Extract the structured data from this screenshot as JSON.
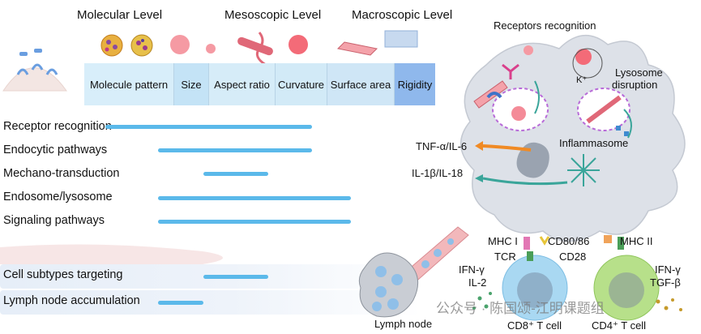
{
  "levels": {
    "molecular": "Molecular Level",
    "mesoscopic": "Mesoscopic Level",
    "macroscopic": "Macroscopic Level"
  },
  "properties": [
    {
      "label": "Molecule pattern",
      "color": "#d8eefa"
    },
    {
      "label": "Size",
      "color": "#c4e3f6"
    },
    {
      "label": "Aspect ratio",
      "color": "#d6ecf8"
    },
    {
      "label": "Curvature",
      "color": "#d2eaf7"
    },
    {
      "label": "Surface area",
      "color": "#cfe6f6"
    },
    {
      "label": "Rigidity",
      "color": "#8fb8ec"
    }
  ],
  "rows": [
    {
      "label": "Receptor recognition",
      "start": 0.15,
      "end": 0.445
    },
    {
      "label": "Endocytic pathways",
      "start": 0.225,
      "end": 0.445
    },
    {
      "label": "Mechano-transduction",
      "start": 0.29,
      "end": 0.383
    },
    {
      "label": "Endosome/lysosome",
      "start": 0.225,
      "end": 0.5
    },
    {
      "label": "Signaling pathways",
      "start": 0.225,
      "end": 0.5
    },
    {
      "label": "Cell subtypes targeting",
      "start": 0.29,
      "end": 0.383
    },
    {
      "label": "Lymph node accumulation",
      "start": 0.225,
      "end": 0.29
    }
  ],
  "diagram": {
    "receptors_recognition": "Receptors recognition",
    "k_ion": "K⁺",
    "lysosome": "Lysosome",
    "disruption": "disruption",
    "tnf": "TNF-α/IL-6",
    "il1": "IL-1β/IL-18",
    "inflammasome": "Inflammasome",
    "mhc1": "MHC I",
    "cd80": "CD80/86",
    "mhc2": "MHC II",
    "tcr": "TCR",
    "cd28": "CD28",
    "ifn_left": "IFN-γ",
    "il2": "IL-2",
    "ifn_right": "IFN-γ",
    "tgf": "TGF-β",
    "lymph_node": "Lymph node",
    "cd8": "CD8⁺ T cell",
    "cd4": "CD4⁺ T cell",
    "watermark": "公众号 · 陈国颂-江明课题组"
  },
  "colors": {
    "bar": "#5bb9ea",
    "cell_body": "#dde1e8",
    "cd8_cell": "#a9d8f2",
    "cd4_cell": "#b7e08a",
    "nanoparticle": "#f47c8a",
    "arrow_orange": "#f08a24",
    "arrow_teal": "#3aa59a"
  }
}
